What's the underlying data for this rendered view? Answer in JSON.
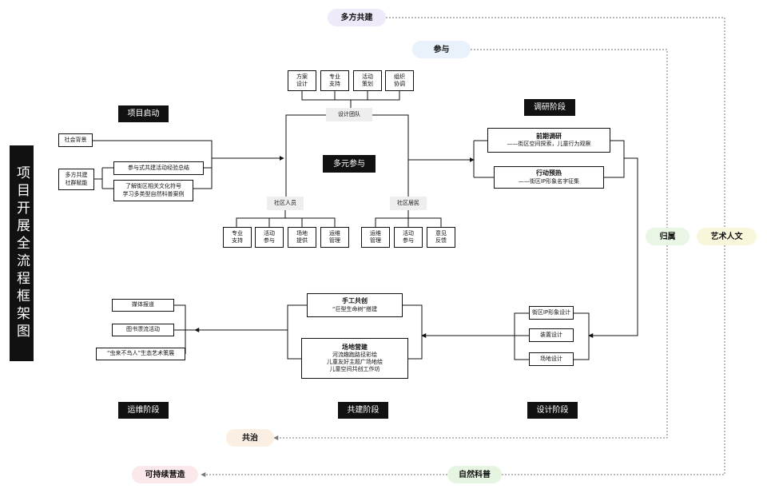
{
  "title": "项目开展全流程框架图",
  "stages": {
    "start": "项目启动",
    "research": "调研阶段",
    "design": "设计阶段",
    "build": "共建阶段",
    "operate": "运维阶段"
  },
  "pills": {
    "multi": "多方共建",
    "participate": "参与",
    "belong": "归属",
    "art": "艺术人文",
    "govern": "共治",
    "nature": "自然科普",
    "sustain": "可持续营造"
  },
  "start_inputs": {
    "social": "社会背景",
    "multi_empower": [
      "多方共建",
      "社群赋能"
    ],
    "summary": "参与式共建活动经验总结",
    "cases": [
      "了解街区相关文化符号",
      "学习多类型自然科普案例"
    ]
  },
  "center": {
    "main": "多元参与",
    "design_team": "设计团队",
    "team_tasks": [
      [
        "方案",
        "设计"
      ],
      [
        "专业",
        "支持"
      ],
      [
        "活动",
        "策划"
      ],
      [
        "组织",
        "协调"
      ]
    ],
    "community_staff": "社区人员",
    "staff_tasks": [
      [
        "专业",
        "支持"
      ],
      [
        "活动",
        "参与"
      ],
      [
        "场地",
        "提供"
      ],
      [
        "运维",
        "管理"
      ]
    ],
    "residents": "社区居民",
    "resident_tasks": [
      [
        "运维",
        "管理"
      ],
      [
        "活动",
        "参与"
      ],
      [
        "意见",
        "反馈"
      ]
    ]
  },
  "research": {
    "pre": {
      "title": "前期调研",
      "desc": "——街区空间探索，儿童行为观察"
    },
    "action": {
      "title": "行动预热",
      "desc": "——街区IP形象名字征集"
    }
  },
  "design": [
    "街区IP形象设计",
    "装置设计",
    "场地设计"
  ],
  "build": {
    "craft": {
      "title": "手工共创",
      "desc": "“巨型生命树”搭建"
    },
    "site": {
      "title": "场地营建",
      "lines": [
        "河流趣跑路径彩绘",
        "儿童友好主题广场地绘",
        "儿童空间共创工作坊"
      ]
    }
  },
  "operate": [
    "媒体报道",
    "图书漂流活动",
    "“虫来不鸟人”生态艺术策展"
  ],
  "colors": {
    "multi": "#efeaf9",
    "participate": "#e9f1fb",
    "belong": "#e9f6e6",
    "art": "#f8f7dc",
    "govern": "#fbeee2",
    "nature": "#e6f5e2",
    "sustain": "#fae8ea"
  }
}
